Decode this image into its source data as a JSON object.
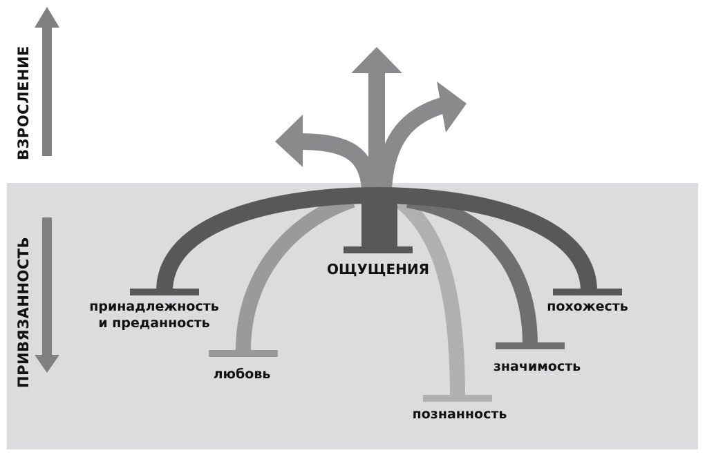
{
  "axes": {
    "up_label": "ВЗРОСЛЕНИЕ",
    "down_label": "ПРИВЯЗАННОСТЬ"
  },
  "center_label": "ОЩУЩЕНИЯ",
  "branches": [
    {
      "label": "принадлежность",
      "label2": "и преданность"
    },
    {
      "label": "любовь"
    },
    {
      "label": "познанность"
    },
    {
      "label": "значимость"
    },
    {
      "label": "похожесть"
    }
  ],
  "colors": {
    "background_zone": "#dcdcde",
    "dark": "#58585a",
    "medium": "#6f6f71",
    "light": "#9a9a9c",
    "lightest": "#b0b0b2",
    "arrows": "#8a8a8c"
  }
}
